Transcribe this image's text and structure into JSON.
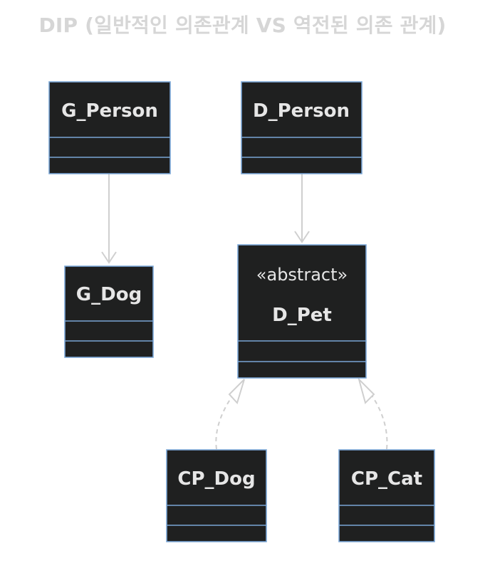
{
  "title": "DIP (일반적인 의존관계 VS 역전된 의존 관계)",
  "colors": {
    "class_fill": "#1f2020",
    "class_border": "#7aa6d6",
    "text": "#e6e6e6",
    "edge": "#cfcfcf",
    "title": "#d6d6d6"
  },
  "classes": [
    {
      "id": "g_person",
      "name": "G_Person",
      "stereotype": ""
    },
    {
      "id": "d_person",
      "name": "D_Person",
      "stereotype": ""
    },
    {
      "id": "g_dog",
      "name": "G_Dog",
      "stereotype": ""
    },
    {
      "id": "d_pet",
      "name": "D_Pet",
      "stereotype": "«abstract»"
    },
    {
      "id": "cp_dog",
      "name": "CP_Dog",
      "stereotype": ""
    },
    {
      "id": "cp_cat",
      "name": "CP_Cat",
      "stereotype": ""
    }
  ],
  "relations": [
    {
      "from": "g_person",
      "to": "g_dog",
      "type": "association"
    },
    {
      "from": "d_person",
      "to": "d_pet",
      "type": "association"
    },
    {
      "from": "cp_dog",
      "to": "d_pet",
      "type": "realization"
    },
    {
      "from": "cp_cat",
      "to": "d_pet",
      "type": "realization"
    }
  ]
}
